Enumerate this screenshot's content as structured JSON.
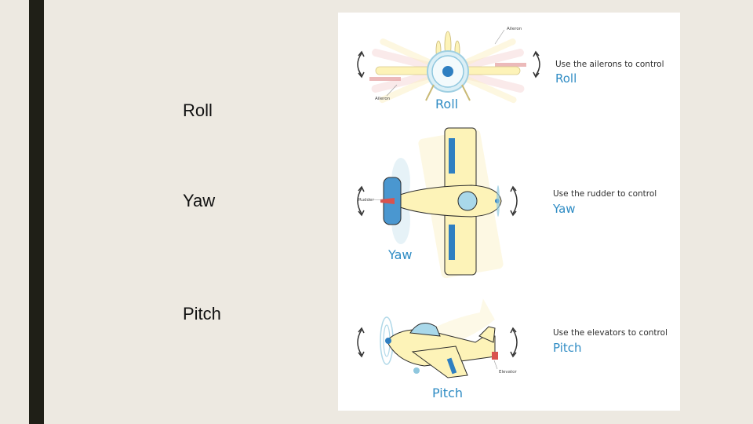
{
  "slide": {
    "bullets": [
      "Roll",
      "Yaw",
      "Pitch"
    ]
  },
  "figure": {
    "roll": {
      "title": "Roll",
      "instruction_line1": "Use the ailerons to control",
      "instruction_line2": "Roll",
      "label_top": "Aileron",
      "label_bottom": "Aileron"
    },
    "yaw": {
      "title": "Yaw",
      "instruction_line1": "Use the rudder to control",
      "instruction_line2": "Yaw",
      "label": "Rudder"
    },
    "pitch": {
      "title": "Pitch",
      "instruction_line1": "Use the elevators to control",
      "instruction_line2": "Pitch",
      "label": "Elevator"
    }
  },
  "colors": {
    "accent": "#2f8cc4",
    "plane_body": "#fdf3b8",
    "plane_blue": "#2f7fc1",
    "plane_light_blue": "#a9d8ea",
    "control_red": "#d9534f"
  }
}
